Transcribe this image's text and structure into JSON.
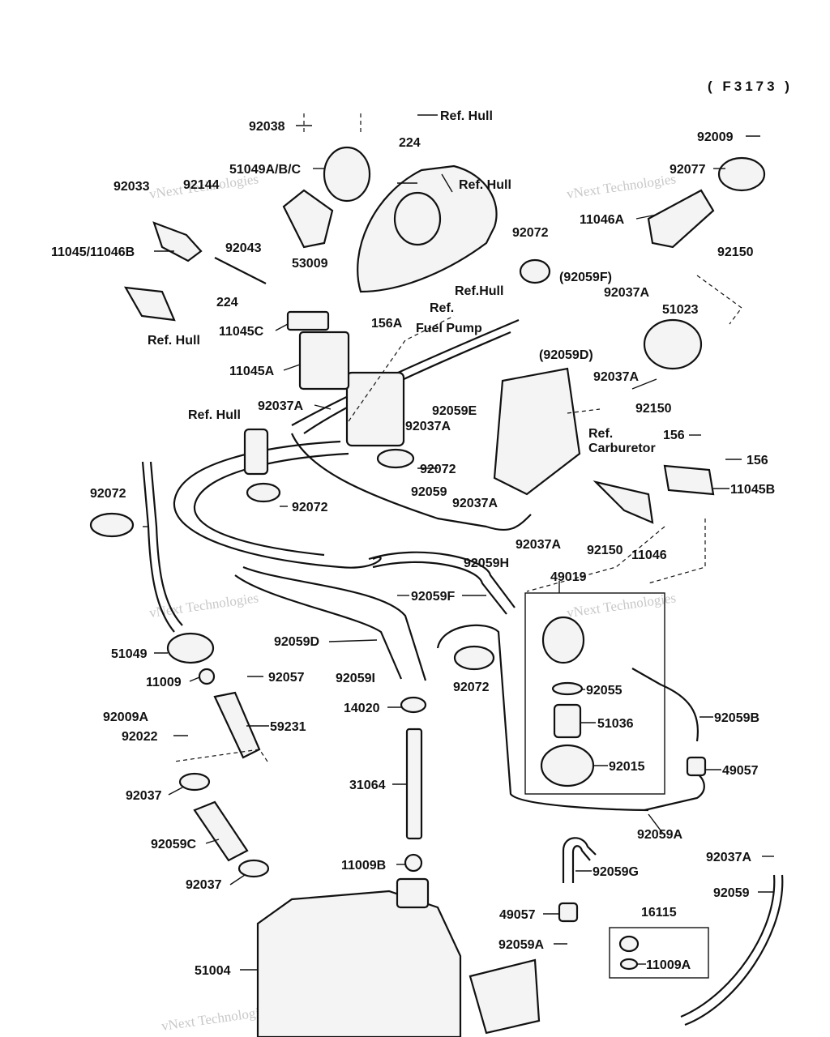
{
  "figure_code": "( F3173 )",
  "watermarks": [
    "vNext Technologies",
    "vNext Technologies",
    "vNext Technologies",
    "vNext Technologies",
    "vNext Technologies"
  ],
  "labels": {
    "l92038": "92038",
    "lRefHullTop": "Ref. Hull",
    "l224a": "224",
    "l51049ABC": "51049A/B/C",
    "l92033": "92033",
    "l92144": "92144",
    "lRefHull2": "Ref. Hull",
    "l11045_11046B": "11045/11046B",
    "l92043": "92043",
    "l53009": "53009",
    "l224b": "224",
    "lRefHull3": "Ref. Hull",
    "l92009": "92009",
    "l92077": "92077",
    "l11046A": "11046A",
    "l92150a": "92150",
    "l92072a": "92072",
    "l92059F_p": "(92059F)",
    "l92037Aa": "92037A",
    "l51023": "51023",
    "lRefHull4": "Ref.Hull",
    "lRef1": "Ref.",
    "lFuelPump": "Fuel Pump",
    "l156A": "156A",
    "l11045C": "11045C",
    "l11045A": "11045A",
    "l92059D_p": "(92059D)",
    "l92037Ab": "92037A",
    "l92150b": "92150",
    "l92037Ac": "92037A",
    "l92059E": "92059E",
    "l92037Ad": "92037A",
    "lRefHull5": "Ref. Hull",
    "lRefCarb1": "Ref.",
    "lCarburetor": "Carburetor",
    "l156a": "156",
    "l156b": "156",
    "l11045B": "11045B",
    "l92072b": "92072",
    "l92072c": "92072",
    "l92059a": "92059",
    "l92037Ae": "92037A",
    "l92072d": "92072",
    "l92037Af": "92037A",
    "l92150c": "92150",
    "l11046": "11046",
    "l92059H": "92059H",
    "l49019": "49019",
    "l92059F": "92059F",
    "l51049": "51049",
    "l92059D": "92059D",
    "l11009": "11009",
    "l92057": "92057",
    "l92059I": "92059I",
    "l92072e": "92072",
    "l92055": "92055",
    "l14020": "14020",
    "l92059B": "92059B",
    "l92009A": "92009A",
    "l59231": "59231",
    "l92022": "92022",
    "l51036": "51036",
    "l92015": "92015",
    "l49057a": "49057",
    "l31064": "31064",
    "l92037a": "92037",
    "l92059A": "92059A",
    "l92059C": "92059C",
    "l92037Ag": "92037A",
    "l92059G": "92059G",
    "l92037b": "92037",
    "l11009B": "11009B",
    "l92059b": "92059",
    "l49057b": "49057",
    "l16115": "16115",
    "l92059Ab": "92059A",
    "l11009A": "11009A",
    "l51004": "51004"
  }
}
